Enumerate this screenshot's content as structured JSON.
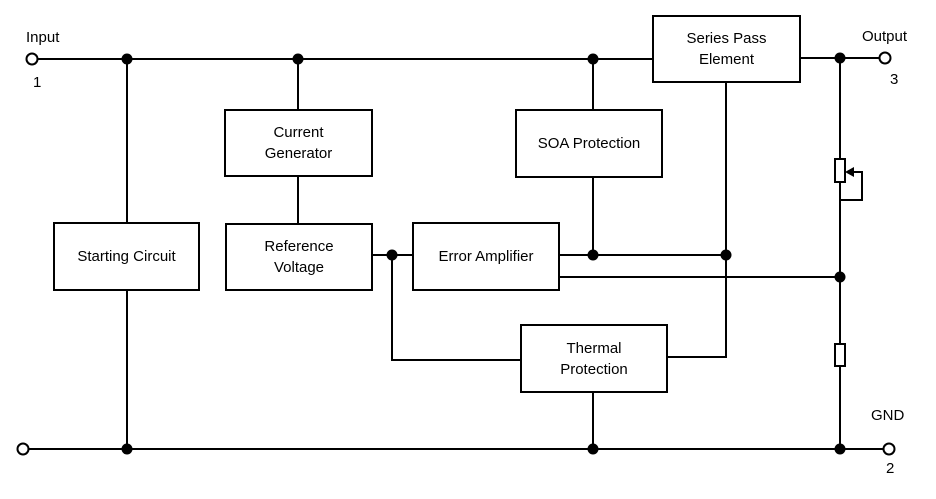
{
  "colors": {
    "ink": "#000000",
    "background": "#ffffff"
  },
  "terminals": {
    "input": {
      "label": "Input",
      "pin": "1"
    },
    "output": {
      "label": "Output",
      "pin": "3"
    },
    "gnd": {
      "label": "GND",
      "pin": "2"
    }
  },
  "blocks": {
    "series_pass": {
      "label": "Series Pass\nElement"
    },
    "current_generator": {
      "label": "Current\nGenerator"
    },
    "soa_protection": {
      "label": "SOA Protection"
    },
    "starting_circuit": {
      "label": "Starting Circuit"
    },
    "reference_voltage": {
      "label": "Reference\nVoltage"
    },
    "error_amplifier": {
      "label": "Error Amplifier"
    },
    "thermal_protection": {
      "label": "Thermal\nProtection"
    }
  },
  "symbols": {
    "potentiometer": "adjustable-resistor (wiper arrow) in output divider",
    "resistor": "fixed resistor to ground"
  }
}
